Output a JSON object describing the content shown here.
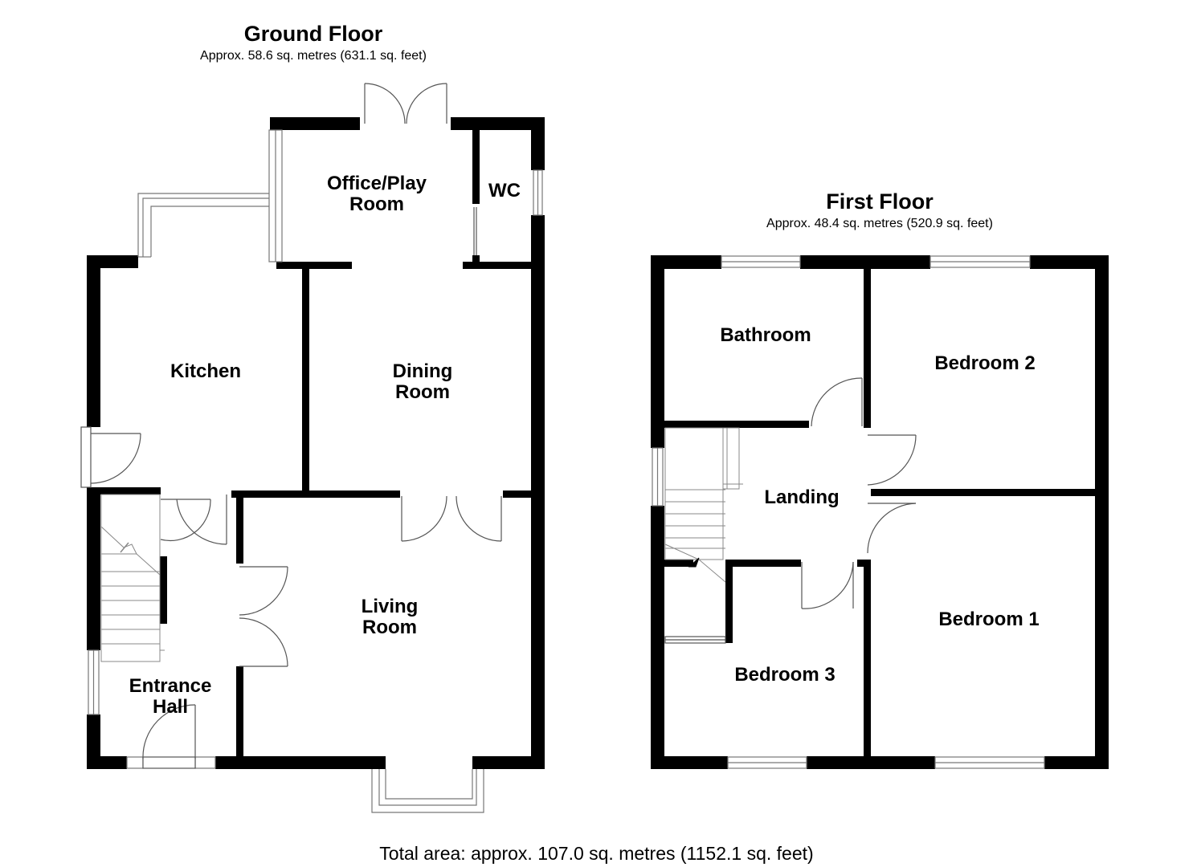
{
  "ground_floor": {
    "title": "Ground Floor",
    "area": "Approx. 58.6 sq. metres (631.1 sq. feet)",
    "rooms": {
      "office": "Office/Play\nRoom",
      "wc": "WC",
      "kitchen": "Kitchen",
      "dining": "Dining\nRoom",
      "living": "Living\nRoom",
      "entrance": "Entrance\nHall"
    }
  },
  "first_floor": {
    "title": "First Floor",
    "area": "Approx. 48.4 sq. metres (520.9 sq. feet)",
    "rooms": {
      "bathroom": "Bathroom",
      "bedroom2": "Bedroom 2",
      "landing": "Landing",
      "bedroom1": "Bedroom 1",
      "bedroom3": "Bedroom 3"
    }
  },
  "total_area": "Total area: approx. 107.0 sq. metres (1152.1 sq. feet)",
  "colors": {
    "wall": "#000000",
    "fixture_line": "#8a8a8a",
    "background": "#ffffff"
  }
}
